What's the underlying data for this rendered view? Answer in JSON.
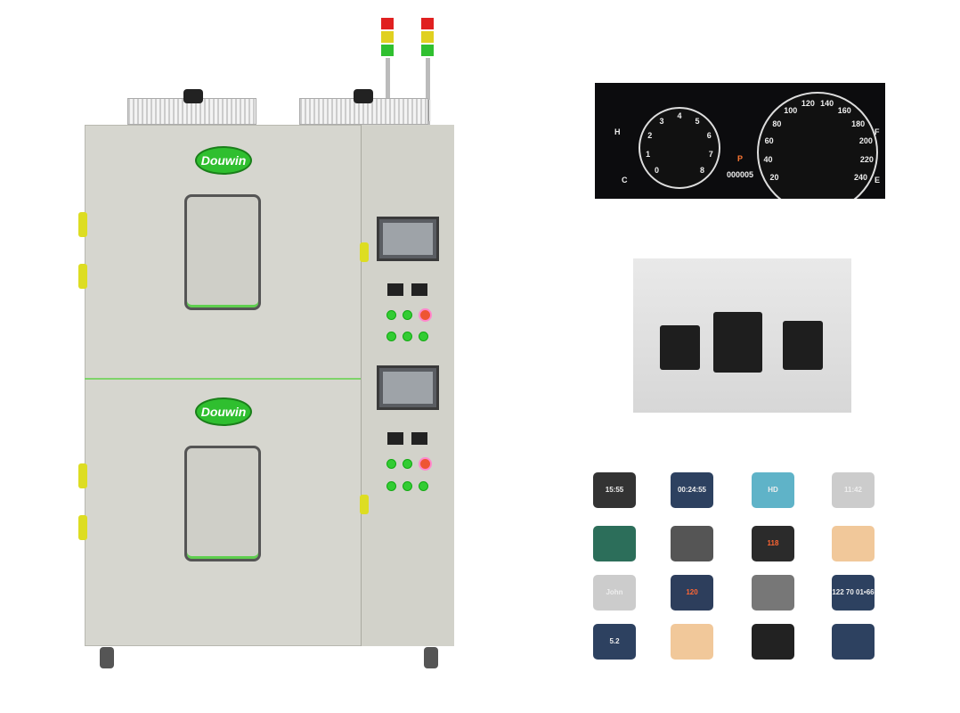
{
  "chamber": {
    "brand_upper": "Douwin",
    "brand_lower": "Douwin",
    "colors": {
      "body": "#d6d6cf",
      "accent": "#2fbf2f",
      "signal_red": "#e02020",
      "signal_yellow": "#e0d020",
      "signal_green": "#30c030"
    }
  },
  "dashboard": {
    "tach_ticks": [
      "0",
      "1",
      "2",
      "3",
      "4",
      "5",
      "6",
      "7",
      "8"
    ],
    "speed_ticks": [
      "20",
      "40",
      "60",
      "80",
      "100",
      "120",
      "140",
      "160",
      "180",
      "200",
      "220",
      "240"
    ],
    "temp_high": "H",
    "temp_low": "C",
    "fuel_full": "F",
    "fuel_empty": "E",
    "gear": "P",
    "odometer": "000005"
  },
  "wearables": [
    {
      "name": "smartwatch-square",
      "text": "15:55"
    },
    {
      "name": "smartwatch-blue",
      "text": "00:24:55"
    },
    {
      "name": "action-camera",
      "text": "HD"
    },
    {
      "name": "smartwatch-apps",
      "text": "11:42"
    },
    {
      "name": "gps-device",
      "text": ""
    },
    {
      "name": "smart-glasses",
      "text": ""
    },
    {
      "name": "heart-rate-watch",
      "text": "118"
    },
    {
      "name": "smart-ring-hand",
      "text": ""
    },
    {
      "name": "round-watch-call",
      "text": "John"
    },
    {
      "name": "fitness-band",
      "text": "120"
    },
    {
      "name": "chest-strap",
      "text": ""
    },
    {
      "name": "blood-pressure-monitor",
      "text": "122 70 01•66"
    },
    {
      "name": "glucose-meter",
      "text": "5.2"
    },
    {
      "name": "wrist-tracker",
      "text": ""
    },
    {
      "name": "vr-glasses",
      "text": ""
    },
    {
      "name": "sport-watch",
      "text": ""
    }
  ]
}
